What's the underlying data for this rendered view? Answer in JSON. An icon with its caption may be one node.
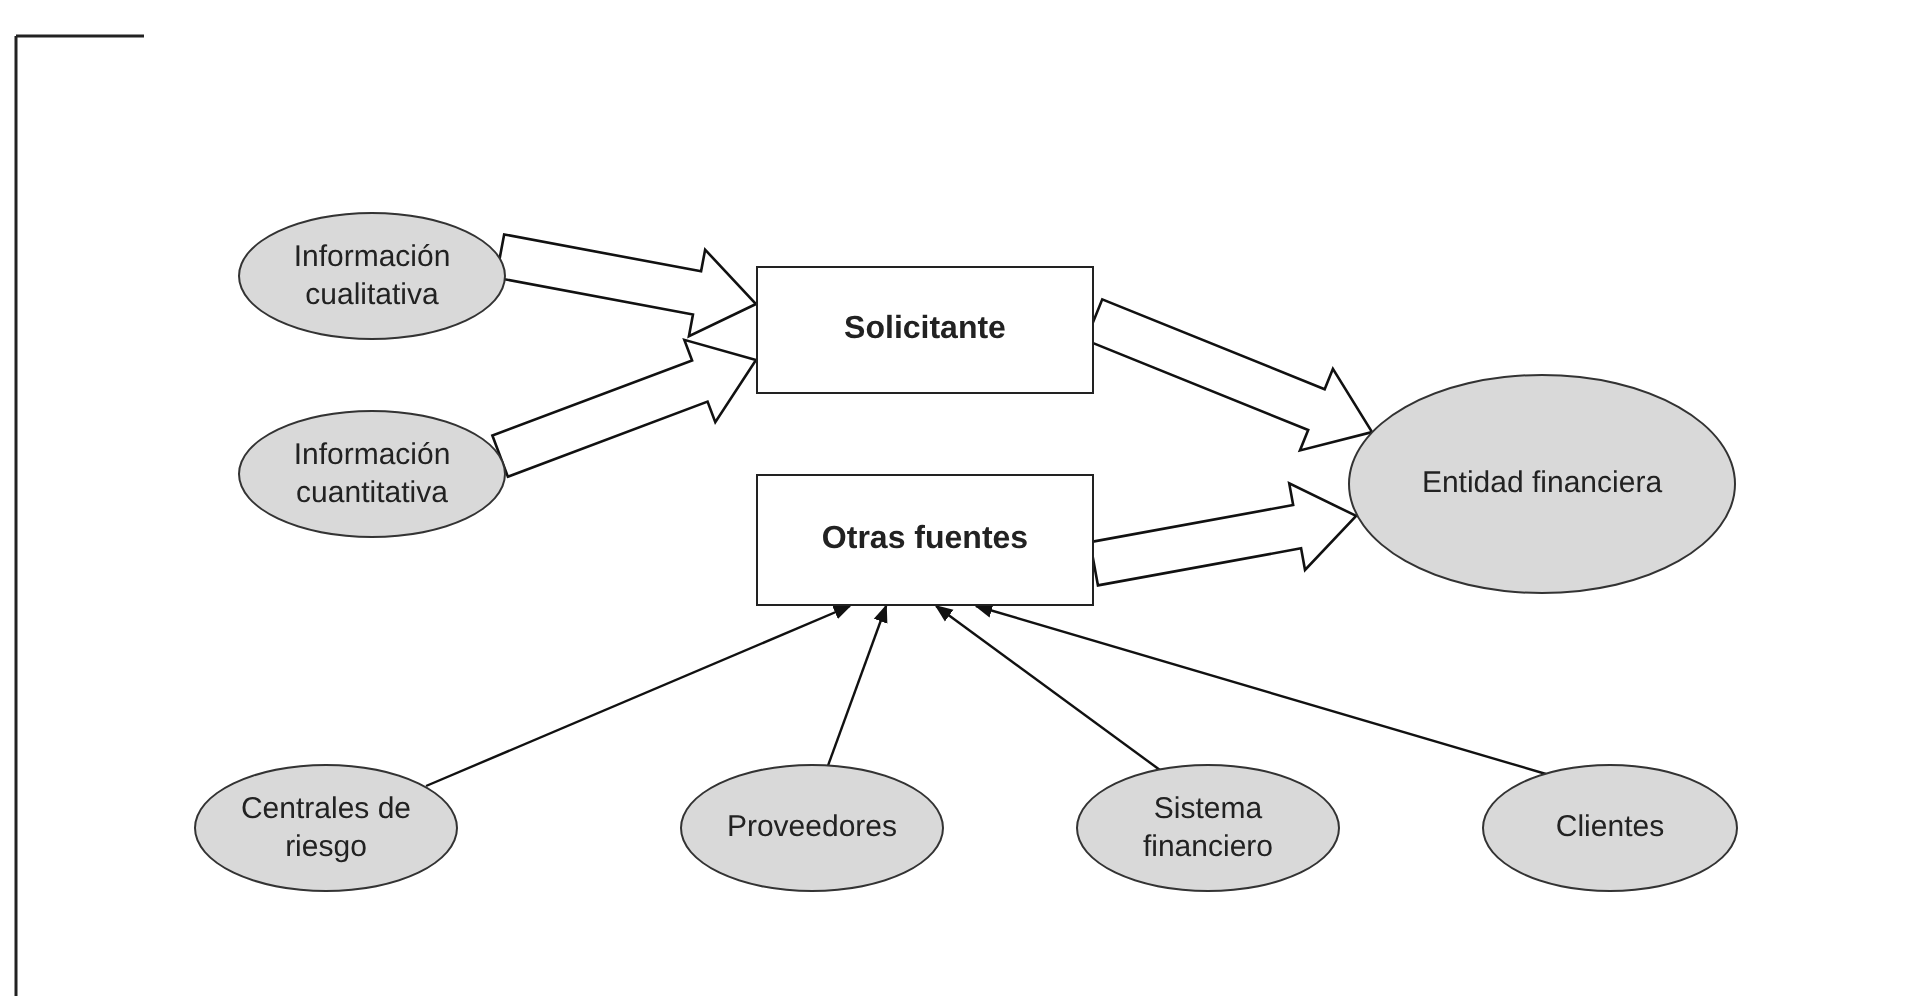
{
  "diagram": {
    "nodes": [
      {
        "text": [
          "Información cualitativa"
        ]
      },
      {
        "text": [
          "Información cuantitativa"
        ]
      },
      {
        "text": [
          "Solicitante"
        ]
      },
      {
        "text": [
          "Otras fuentes"
        ]
      },
      {
        "text": [
          "Entidad financiera"
        ]
      },
      {
        "text": [
          "Centrales de riesgo"
        ]
      },
      {
        "text": [
          "Proveedores"
        ]
      },
      {
        "text": [
          "Sistema financiero"
        ]
      },
      {
        "text": [
          "Clientes"
        ]
      }
    ],
    "edges": [
      {
        "from": 0,
        "to": 2,
        "arrow": "to",
        "style": "thick"
      },
      {
        "from": 1,
        "to": 2,
        "arrow": "to",
        "style": "thick"
      },
      {
        "from": 2,
        "to": 4,
        "arrow": "to",
        "style": "thick"
      },
      {
        "from": 3,
        "to": 4,
        "arrow": "to",
        "style": "thick"
      },
      {
        "from": 5,
        "to": 3,
        "arrow": "to"
      },
      {
        "from": 6,
        "to": 3,
        "arrow": "to"
      },
      {
        "from": 7,
        "to": 3,
        "arrow": "to"
      },
      {
        "from": 8,
        "to": 3,
        "arrow": "to"
      }
    ]
  }
}
